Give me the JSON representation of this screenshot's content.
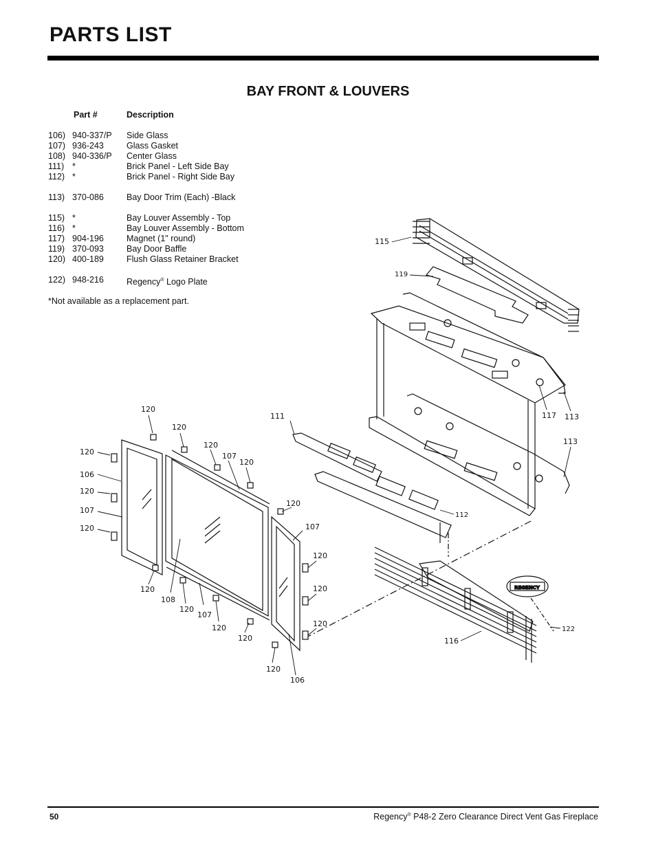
{
  "page": {
    "title": "PARTS LIST",
    "section_title": "BAY FRONT & LOUVERS"
  },
  "parts_table": {
    "headers": {
      "part": "Part #",
      "description": "Description"
    },
    "rows": [
      {
        "num": "106)",
        "part": "940-337/P",
        "description": "Side Glass"
      },
      {
        "num": "107)",
        "part": "936-243",
        "description": "Glass Gasket"
      },
      {
        "num": "108)",
        "part": "940-336/P",
        "description": "Center Glass"
      },
      {
        "num": "111)",
        "part": "*",
        "description": "Brick Panel - Left Side Bay"
      },
      {
        "num": "112)",
        "part": "*",
        "description": "Brick Panel - Right Side Bay"
      },
      {
        "num": "113)",
        "part": "370-086",
        "description": "Bay Door Trim (Each) -Black"
      },
      {
        "num": "115)",
        "part": "*",
        "description": "Bay Louver Assembly - Top"
      },
      {
        "num": "116)",
        "part": "*",
        "description": "Bay Louver Assembly - Bottom"
      },
      {
        "num": "117)",
        "part": "904-196",
        "description": "Magnet (1\" round)"
      },
      {
        "num": "119)",
        "part": "370-093",
        "description": "Bay Door Baffle"
      },
      {
        "num": "120)",
        "part": "400-189",
        "description": "Flush Glass Retainer Bracket"
      },
      {
        "num": "122)",
        "part": "948-216",
        "description": "Regency",
        "description_sup": "®",
        "description_after": " Logo Plate"
      }
    ],
    "note": "*Not available as a replacement part."
  },
  "diagram": {
    "callouts": {
      "c115": "115",
      "c119": "119",
      "c111": "111",
      "c117": "117",
      "c113a": "113",
      "c113b": "113",
      "c112": "112",
      "c116": "116",
      "c122": "122",
      "c106a": "106",
      "c106b": "106",
      "c107a": "107",
      "c107b": "107",
      "c107c": "107",
      "c107d": "107",
      "c108": "108",
      "c120": "120"
    },
    "logo_text": "REGENCY"
  },
  "footer": {
    "page_number": "50",
    "brand": "Regency",
    "brand_sup": "®",
    "product": " P48-2 Zero Clearance Direct Vent Gas Fireplace"
  }
}
